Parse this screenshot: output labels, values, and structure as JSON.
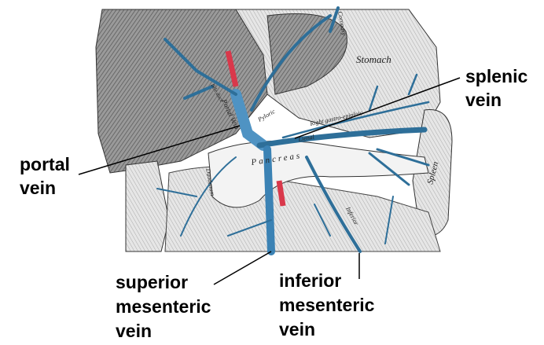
{
  "callouts": {
    "portal_vein": [
      "portal",
      "vein"
    ],
    "splenic_vein": [
      "splenic",
      "vein"
    ],
    "superior_mesenteric_vein": [
      "superior",
      "mesenteric",
      "vein"
    ],
    "inferior_mesenteric_vein": [
      "inferior",
      "mesenteric",
      "vein"
    ]
  },
  "engraving_labels": {
    "stomach": "Stomach",
    "pancreas": "Pancreas",
    "spleen": "Spleen",
    "portal": "Portal Vein",
    "lienal": "Lienal",
    "pyloric": "Pyloric",
    "gastro": "Right gastro-epiploic",
    "duodenum": "Duodenum",
    "inferior": "Inferior",
    "coronary": "Coronary",
    "bile": "Bile duct"
  },
  "colors": {
    "vein": "#2e6f99",
    "vein_light": "#5fa6d2",
    "artery": "#d9384b",
    "organ": "#8d8d8d"
  }
}
